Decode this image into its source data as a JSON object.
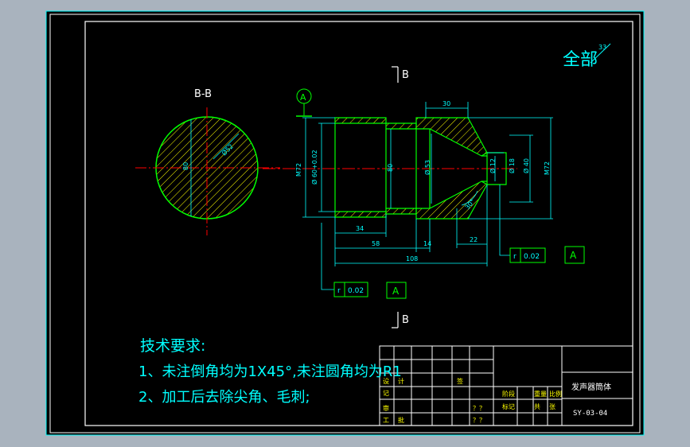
{
  "sheet": {
    "zoom_label": "全部",
    "scale_mark": "33"
  },
  "section": {
    "label": "B-B",
    "diameter_label": "80",
    "radius_label": "Ø52"
  },
  "section_marks": {
    "top": "B",
    "bottom": "B"
  },
  "datum": {
    "circle_label": "A"
  },
  "dimensions": {
    "top_30": "30",
    "d_outer": "M72",
    "d_bore": "Ø 60+0.02",
    "d_80": "80",
    "d_53": "Ø 53",
    "d_18": "Ø 18",
    "d_40": "Ø 40",
    "d_12": "Ø 12",
    "d_right": "M72",
    "len_34": "34",
    "len_58": "58",
    "len_14": "14",
    "len_22": "22",
    "len_108": "108",
    "angle": "30°"
  },
  "tolerances": [
    {
      "symbol": "r",
      "value": "0.02",
      "datum": "A"
    },
    {
      "symbol": "r",
      "value": "0.02",
      "datum": "A"
    }
  ],
  "notes": {
    "title": "技术要求:",
    "line1": "1、未注倒角均为1X45°,未注圆角均为R1",
    "line2": "2、加工后去除尖角、毛刺;"
  },
  "title_block": {
    "part_name": "发声器筒体",
    "drawing_no": "SY-03-04",
    "cells": [
      "设",
      "计",
      "签",
      "记",
      "审",
      "工",
      "批",
      "？？",
      "？？",
      "阶段",
      "重量",
      "比例",
      "标记",
      "共",
      "张"
    ]
  },
  "colors": {
    "frame": "#ffffff",
    "outline": "#00ff00",
    "dimension": "#00ffff",
    "center": "#ff0000",
    "hatch": "#ffff00",
    "notes": "#00ffff",
    "title_text": "#ffffff",
    "background": "#000000"
  }
}
